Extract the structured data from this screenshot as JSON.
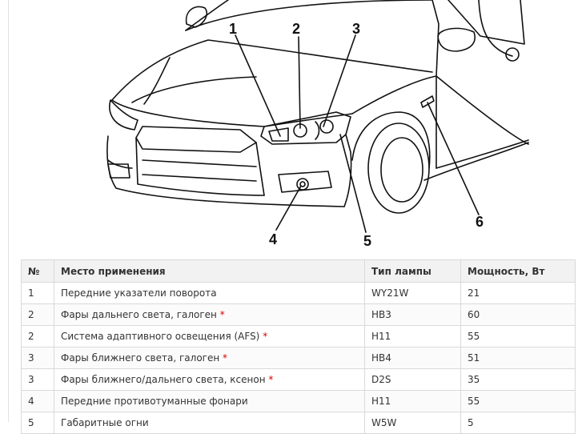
{
  "diagram": {
    "callouts": [
      "1",
      "2",
      "3",
      "4",
      "5",
      "6"
    ]
  },
  "table": {
    "headers": [
      "№",
      "Место применения",
      "Тип лампы",
      "Мощность, Вт"
    ],
    "rows": [
      {
        "num": "1",
        "place": "Передние указатели поворота",
        "star": "",
        "lamp": "WY21W",
        "power": "21"
      },
      {
        "num": "2",
        "place": "Фары дальнего света, галоген",
        "star": "*",
        "lamp": "HB3",
        "power": "60"
      },
      {
        "num": "2",
        "place": "Система адаптивного освещения (AFS)",
        "star": "*",
        "lamp": "H11",
        "power": "55"
      },
      {
        "num": "3",
        "place": "Фары ближнего света, галоген",
        "star": "*",
        "lamp": "HB4",
        "power": "51"
      },
      {
        "num": "3",
        "place": "Фары ближнего/дальнего света, ксенон",
        "star": "*",
        "lamp": "D2S",
        "power": "35"
      },
      {
        "num": "4",
        "place": "Передние противотуманные фонари",
        "star": "",
        "lamp": "H11",
        "power": "55"
      },
      {
        "num": "5",
        "place": "Габаритные огни",
        "star": "",
        "lamp": "W5W",
        "power": "5"
      }
    ]
  }
}
